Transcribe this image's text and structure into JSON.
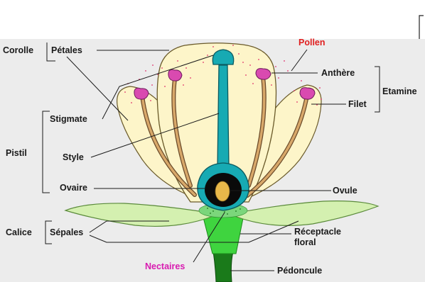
{
  "labels": {
    "corolle": "Corolle",
    "petales": "Pétales",
    "pollen": "Pollen",
    "anthere": "Anthère",
    "etamine": "Etamine",
    "filet": "Filet",
    "stigmate": "Stigmate",
    "pistil": "Pistil",
    "style": "Style",
    "ovaire": "Ovaire",
    "ovule": "Ovule",
    "calice": "Calice",
    "sepales": "Sépales",
    "receptacle_line1": "Réceptacle",
    "receptacle_line2": "floral",
    "nectaires": "Nectaires",
    "pedoncule": "Pédoncule"
  },
  "colors": {
    "background_panel": "#ececec",
    "petal": "#fdf5c9",
    "sepal": "#d4f0b0",
    "receptacle": "#3fd43f",
    "pedoncule": "#1a7a1a",
    "pistil": "#17aab3",
    "ovary_dark": "#0a0a0a",
    "ovule": "#e8b84a",
    "filament": "#c89a5a",
    "anther": "#d94ab0",
    "nectaries": "#7bd67b",
    "pollen_label": "#e01f1f",
    "nectaires_label": "#d81bb0"
  }
}
